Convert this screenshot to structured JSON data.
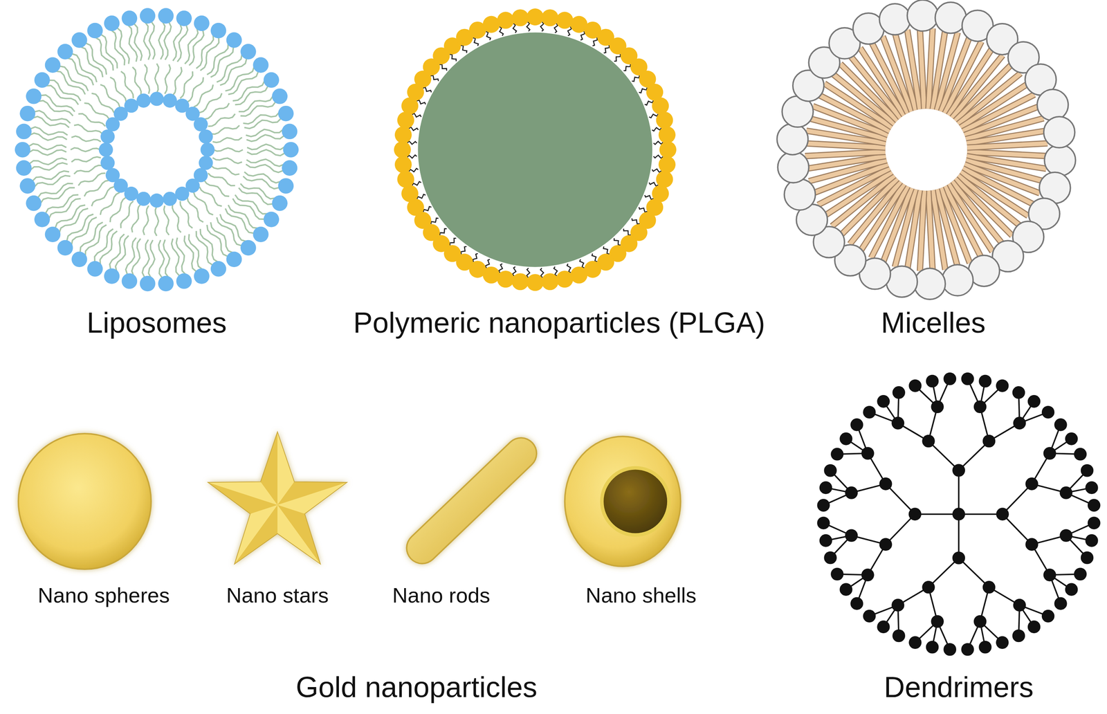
{
  "diagram": {
    "labels": [
      "Liposomes",
      "Polymeric nanoparticles (PLGA)",
      "Micelles",
      "Nano spheres",
      "Nano stars",
      "Nano rods",
      "Nano shells",
      "Gold nanoparticles",
      "Dendrimers"
    ]
  }
}
